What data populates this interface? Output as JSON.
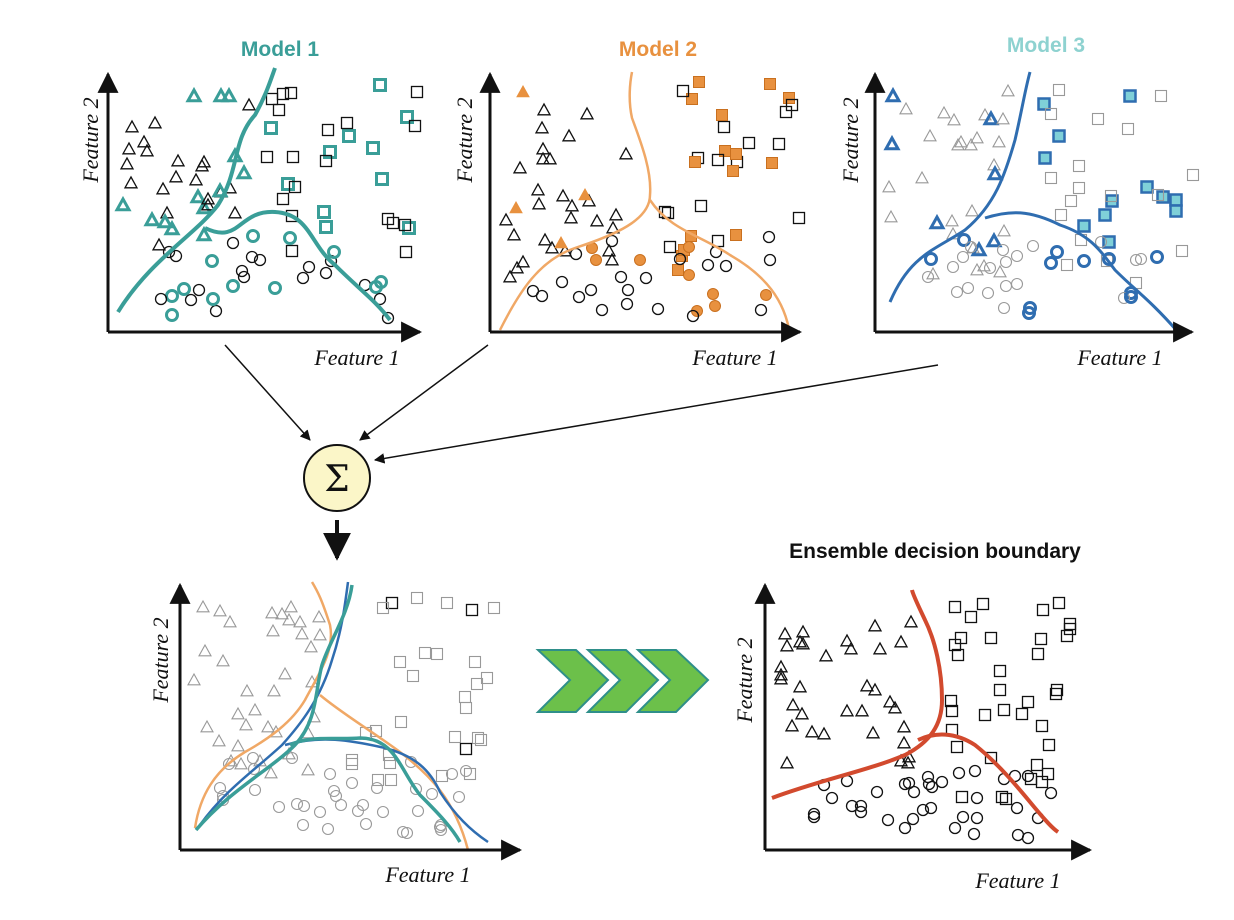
{
  "panels": {
    "model1": {
      "title": "Model 1",
      "xlabel": "Feature 1",
      "ylabel": "Feature 2"
    },
    "model2": {
      "title": "Model 2",
      "xlabel": "Feature 1",
      "ylabel": "Feature 2"
    },
    "model3": {
      "title": "Model 3",
      "xlabel": "Feature 1",
      "ylabel": "Feature 2"
    },
    "combined": {
      "xlabel": "Feature 1",
      "ylabel": "Feature 2"
    },
    "ensemble": {
      "title": "Ensemble decision boundary",
      "xlabel": "Feature 1",
      "ylabel": "Feature 2"
    }
  },
  "sum_node": {
    "symbol": "Σ"
  },
  "colors": {
    "model1": "#3a9e98",
    "model2": "#e8913f",
    "model3": "#2f6db0",
    "model3_title": "#8ed2d0",
    "model3_fill": "#7fd0d8",
    "ensemble": "#d24a2e",
    "sum_fill": "#fbf6c8",
    "chevron": "#6cc04a"
  }
}
